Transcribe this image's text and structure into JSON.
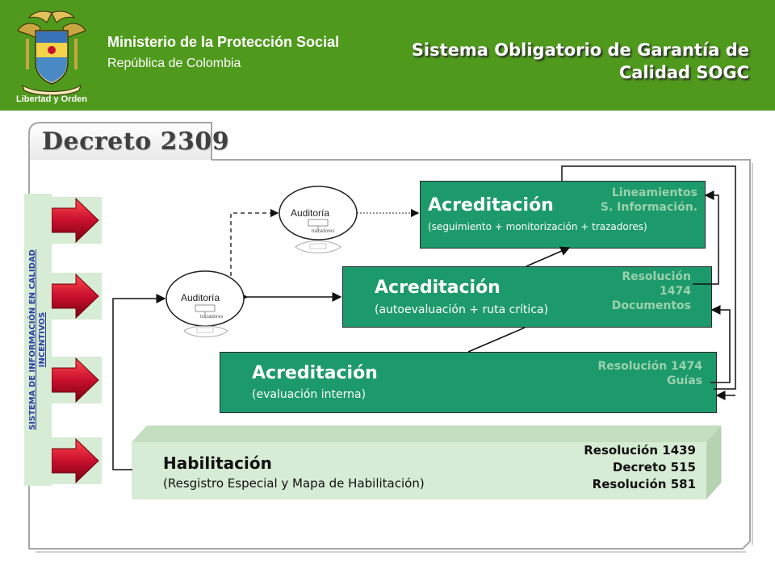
{
  "header": {
    "ministry": "Ministerio de la Protección Social",
    "republic": "República de Colombia",
    "system_title": "Sistema Obligatorio de Garantía de Calidad SOGC",
    "logo_motto": "Libertad y Orden",
    "colors": {
      "band": "#4f9a1c",
      "text": "#ffffff"
    }
  },
  "decree": {
    "label": "Decreto 2309"
  },
  "sidebar": {
    "line1": "SISTEMA DE INFORMACIÓN EN CALIDAD",
    "line2": "INCENTIVOS",
    "arrow_count": 4,
    "colors": {
      "bar": "#d7ecd4",
      "arrow": "#c8102e"
    }
  },
  "audits": [
    {
      "label": "Auditoría",
      "caption": "trazadores"
    },
    {
      "label": "Auditoría",
      "caption": "trazadores"
    }
  ],
  "levels": {
    "acc_top": {
      "title": "Acreditación",
      "subtitle": "(seguimiento + monitorización + trazadores)",
      "ref1": "Lineamientos",
      "ref2": "S. Información."
    },
    "acc_mid": {
      "title": "Acreditación",
      "subtitle": "(autoevaluación + ruta crítica)",
      "ref1": "Resolución",
      "ref2": "1474",
      "ref3": "Documentos"
    },
    "acc_low": {
      "title": "Acreditación",
      "subtitle": "(evaluación interna)",
      "ref1": "Resolución 1474",
      "ref2": "Guías"
    },
    "hab": {
      "title": "Habilitación",
      "subtitle": "(Resgistro Especial y Mapa de Habilitación)",
      "ref1": "Resolución 1439",
      "ref2": "Decreto 515",
      "ref3": "Resolución 581"
    }
  },
  "colors": {
    "accreditation_box": "#1d9a6b",
    "accreditation_ref": "#9ad1ae",
    "habilitation_box": "#d7ecd4"
  }
}
